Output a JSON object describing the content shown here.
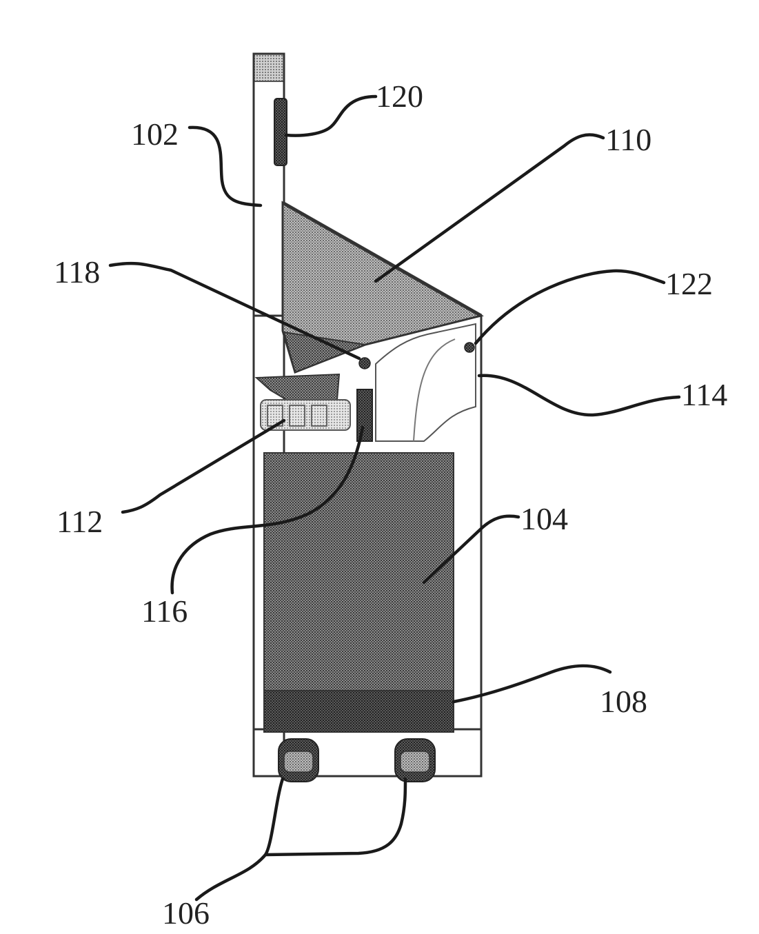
{
  "figure": {
    "reference_numerals": {
      "tower": "102",
      "bin": "104",
      "wheels": "106",
      "bin_base": "108",
      "hopper": "110",
      "shredder": "112",
      "chute": "114",
      "sensor_block": "116",
      "sensor_dot": "118",
      "handle_grip": "120",
      "chute_sensor": "122"
    },
    "colors": {
      "line": "#333333",
      "hatch_dark": "#555555",
      "hatch_light": "#aaaaaa",
      "background": "#ffffff"
    }
  }
}
